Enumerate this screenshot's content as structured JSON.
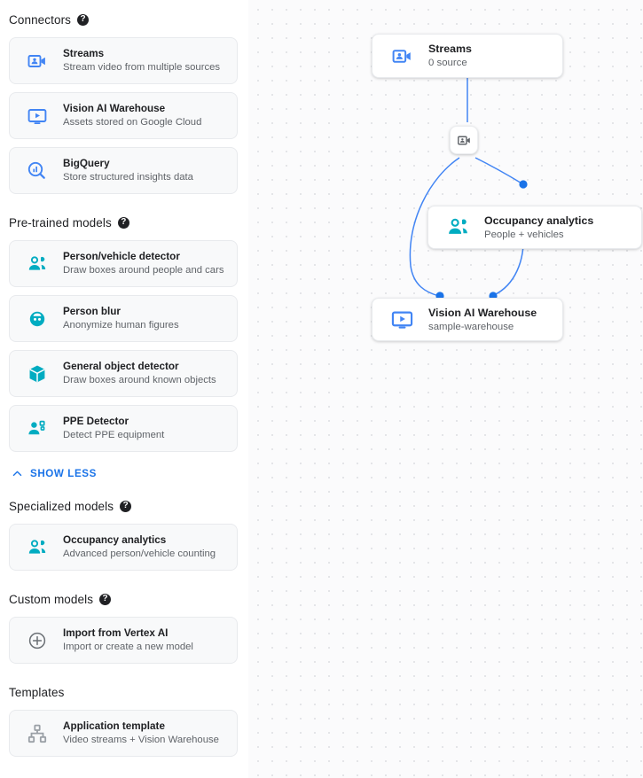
{
  "sidebar": {
    "sections": [
      {
        "id": "connectors",
        "title": "Connectors",
        "help": true,
        "items": [
          {
            "icon": "video-camera-icon",
            "title": "Streams",
            "subtitle": "Stream video from multiple sources"
          },
          {
            "icon": "video-monitor-icon",
            "title": "Vision AI Warehouse",
            "subtitle": "Assets stored on Google Cloud"
          },
          {
            "icon": "bigquery-search-icon",
            "title": "BigQuery",
            "subtitle": "Store structured insights data"
          }
        ]
      },
      {
        "id": "pre-trained-models",
        "title": "Pre-trained models",
        "help": true,
        "items": [
          {
            "icon": "people-icon",
            "title": "Person/vehicle detector",
            "subtitle": "Draw boxes around people and cars"
          },
          {
            "icon": "person-blur-icon",
            "title": "Person blur",
            "subtitle": "Anonymize human figures"
          },
          {
            "icon": "cube-icon",
            "title": "General object detector",
            "subtitle": "Draw boxes around known objects"
          },
          {
            "icon": "ppe-person-icon",
            "title": "PPE Detector",
            "subtitle": "Detect PPE equipment"
          }
        ]
      },
      {
        "id": "specialized-models",
        "title": "Specialized models",
        "help": true,
        "items": [
          {
            "icon": "people-icon",
            "title": "Occupancy analytics",
            "subtitle": "Advanced person/vehicle counting"
          }
        ]
      },
      {
        "id": "custom-models",
        "title": "Custom models",
        "help": true,
        "items": [
          {
            "icon": "plus-circle-icon",
            "title": "Import from Vertex AI",
            "subtitle": "Import or create a new model"
          }
        ]
      },
      {
        "id": "templates",
        "title": "Templates",
        "help": false,
        "items": [
          {
            "icon": "hierarchy-icon",
            "title": "Application template",
            "subtitle": "Video streams + Vision Warehouse"
          }
        ]
      }
    ],
    "show_less_label": "SHOW LESS",
    "help_glyph": "?"
  },
  "canvas": {
    "nodes": [
      {
        "id": "streams",
        "icon": "video-camera-icon",
        "title": "Streams",
        "subtitle": "0 source"
      },
      {
        "id": "occupancy",
        "icon": "people-icon",
        "title": "Occupancy analytics",
        "subtitle": "People + vehicles"
      },
      {
        "id": "warehouse",
        "icon": "video-monitor-icon",
        "title": "Vision AI Warehouse",
        "subtitle": "sample-warehouse"
      }
    ],
    "mini_node": {
      "id": "stream-badge",
      "icon": "video-camera-icon"
    }
  },
  "colors": {
    "accent_blue": "#1a73e8",
    "teal": "#00acc1",
    "gray_icon": "#9aa0a6",
    "text_primary": "#202124",
    "text_secondary": "#5f6368",
    "canvas_bg": "#fbfbfc"
  }
}
